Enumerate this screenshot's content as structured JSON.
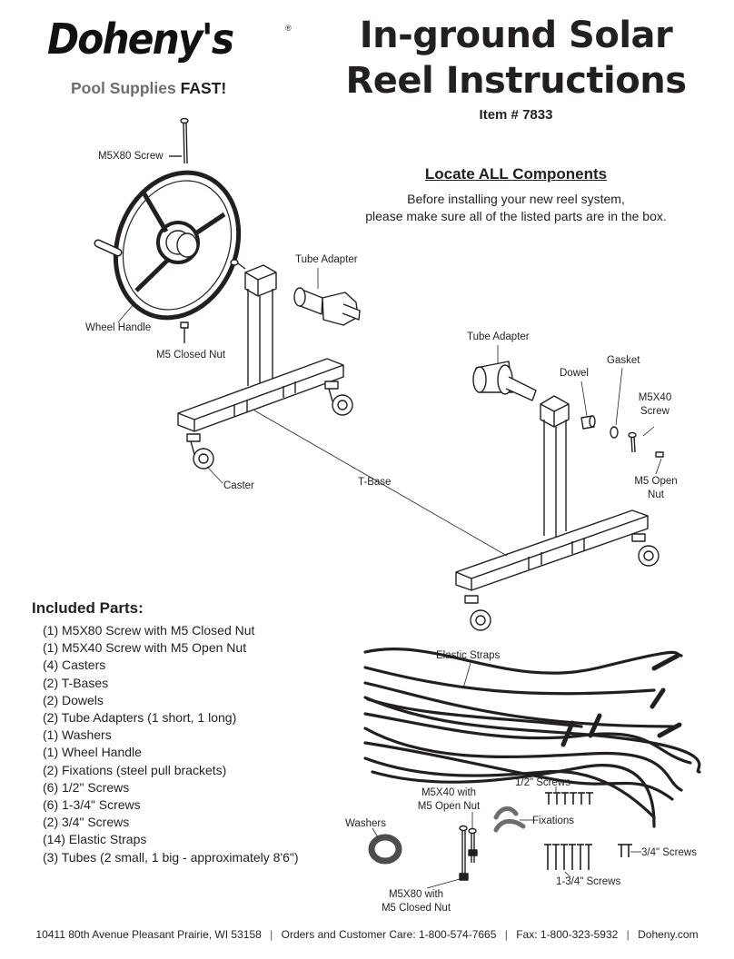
{
  "logo": {
    "word": "Doheny's",
    "reg": "®",
    "tag_plain": "Pool Supplies",
    "tag_bold": "FAST!"
  },
  "title": {
    "line1": "In-ground Solar",
    "line2": "Reel Instructions"
  },
  "item_number": "Item # 7833",
  "locate": {
    "heading": "Locate ALL Components",
    "line1": "Before installing your new reel system,",
    "line2": "please make sure all of the listed parts are in the box."
  },
  "diagram_labels": {
    "m5x80_screw": "M5X80 Screw",
    "tube_adapter_1": "Tube Adapter",
    "wheel_handle": "Wheel Handle",
    "m5_closed_nut": "M5 Closed Nut",
    "tube_adapter_2": "Tube Adapter",
    "dowel": "Dowel",
    "gasket": "Gasket",
    "m5x40_screw_l1": "M5X40",
    "m5x40_screw_l2": "Screw",
    "m5_open_nut_l1": "M5 Open",
    "m5_open_nut_l2": "Nut",
    "caster": "Caster",
    "t_base": "T-Base",
    "elastic_straps": "Elastic Straps",
    "half_screws": "1/2\" Screws",
    "m5x40_with_l1": "M5X40 with",
    "m5x40_with_l2": "M5 Open Nut",
    "washers": "Washers",
    "fixations": "Fixations",
    "three_quarter_screws": "3/4\" Screws",
    "one_three_quarter_screws": "1-3/4\" Screws",
    "m5x80_with_l1": "M5X80 with",
    "m5x80_with_l2": "M5 Closed Nut"
  },
  "parts": {
    "heading": "Included Parts:",
    "items": [
      "(1)  M5X80 Screw with M5 Closed Nut",
      "(1)  M5X40 Screw with M5 Open Nut",
      "(4)  Casters",
      "(2)  T-Bases",
      "(2)  Dowels",
      "(2)  Tube Adapters (1 short, 1 long)",
      "(1)  Washers",
      "(1)  Wheel Handle",
      "(2)  Fixations (steel pull brackets)",
      "(6)  1/2\" Screws",
      "(6)  1-3/4\" Screws",
      "(2)  3/4\" Screws",
      "(14)  Elastic Straps",
      "(3)  Tubes (2 small, 1 big - approximately 8'6\")"
    ]
  },
  "footer": {
    "address": "10411 80th Avenue Pleasant Prairie, WI 53158",
    "orders": "Orders and Customer Care: 1-800-574-7665",
    "fax": "Fax: 1-800-323-5932",
    "web": "Doheny.com",
    "sep": "|"
  }
}
